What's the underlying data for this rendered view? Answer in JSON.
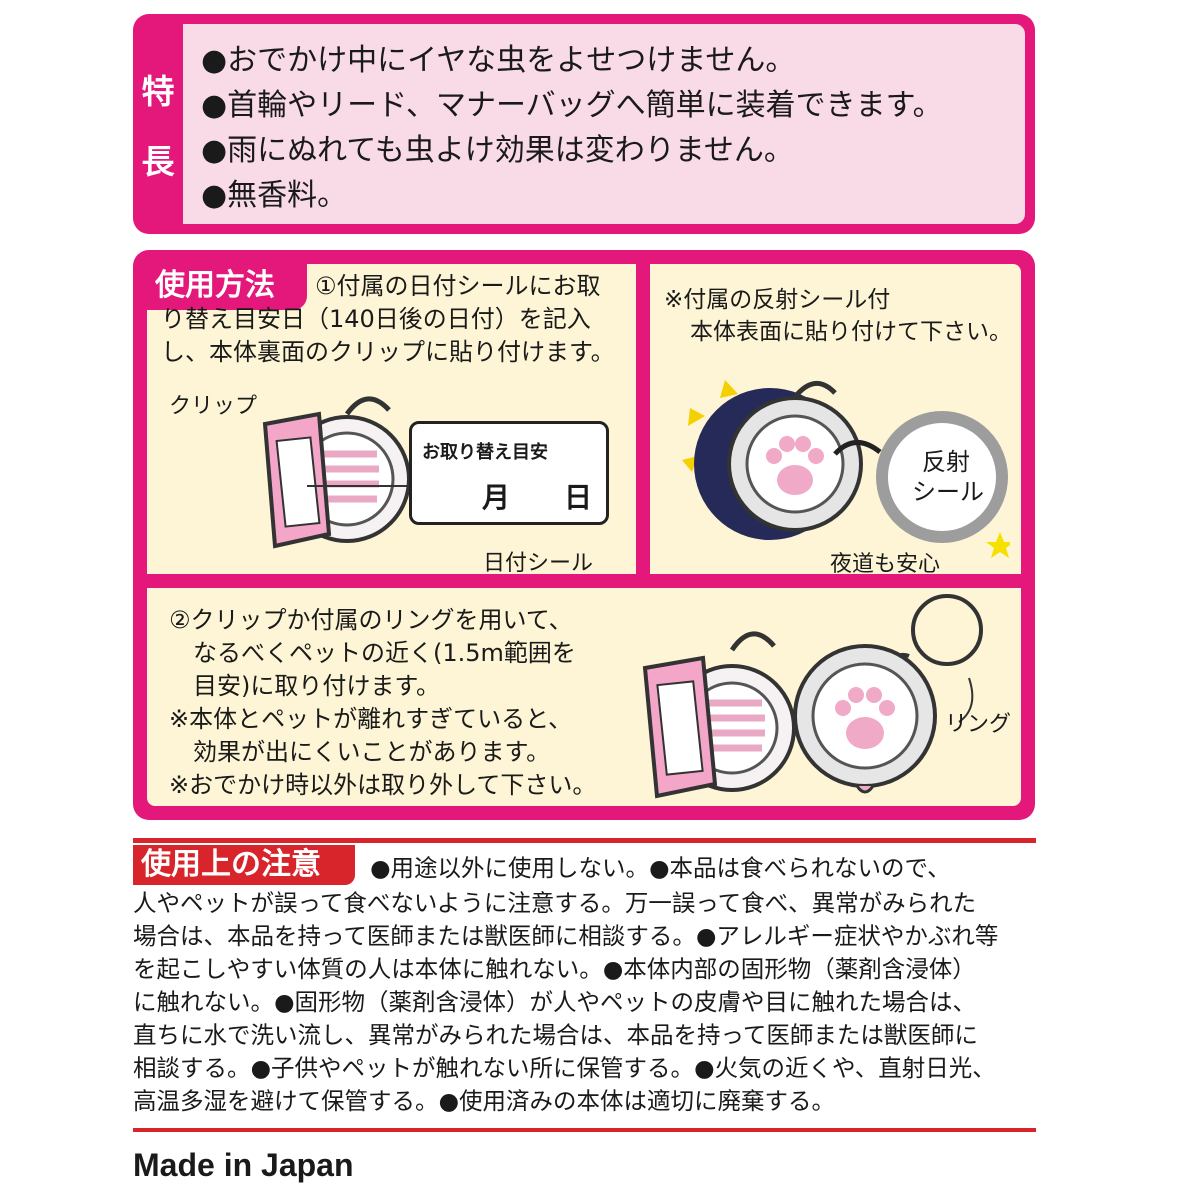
{
  "features": {
    "label": [
      "特",
      "長"
    ],
    "items": [
      "●おでかけ中にイヤな虫をよせつけません。",
      "●首輪やリード、マナーバッグへ簡単に装着できます。",
      "●雨にぬれても虫よけ効果は変わりません。",
      "●無香料。"
    ]
  },
  "usage": {
    "title": "使用方法",
    "step1": [
      "①付属の日付シールにお取",
      "り替え目安日（140日後の日付）を記入",
      "し、本体裏面のクリップに貼り付けます。"
    ],
    "clip_label": "クリップ",
    "date_sticker": {
      "heading": "お取り替え目安",
      "month": "月",
      "day": "日",
      "caption": "日付シール"
    },
    "reflect_note": [
      "※付属の反射シール付",
      "本体表面に貼り付けて下さい。"
    ],
    "reflect_label": [
      "反射",
      "シール"
    ],
    "night_note": "夜道も安心",
    "step2": [
      "②クリップか付属のリングを用いて、",
      "なるべくペットの近く(1.5m範囲を",
      "目安)に取り付けます。",
      "※本体とペットが離れすぎていると、",
      "効果が出にくいことがあります。",
      "※おでかけ時以外は取り外して下さい。"
    ],
    "ring_label": "リング"
  },
  "caution": {
    "title": "使用上の注意",
    "first_line": "●用途以外に使用しない。●本品は食べられないので、",
    "lines": [
      "人やペットが誤って食べないように注意する。万一誤って食べ、異常がみられた",
      "場合は、本品を持って医師または獣医師に相談する。●アレルギー症状やかぶれ等",
      "を起こしやすい体質の人は本体に触れない。●本体内部の固形物（薬剤含浸体）",
      "に触れない。●固形物（薬剤含浸体）が人やペットの皮膚や目に触れた場合は、",
      "直ちに水で洗い流し、異常がみられた場合は、本品を持って医師または獣医師に",
      "相談する。●子供やペットが触れない所に保管する。●火気の近くや、直射日光、",
      "高温多湿を避けて保管する。●使用済みの本体は適切に廃棄する。"
    ]
  },
  "made_in": "Made in Japan",
  "colors": {
    "magenta": "#e3187a",
    "pink_bg": "#f9dbe8",
    "cream": "#fdf5d5",
    "red": "#d8242b"
  }
}
